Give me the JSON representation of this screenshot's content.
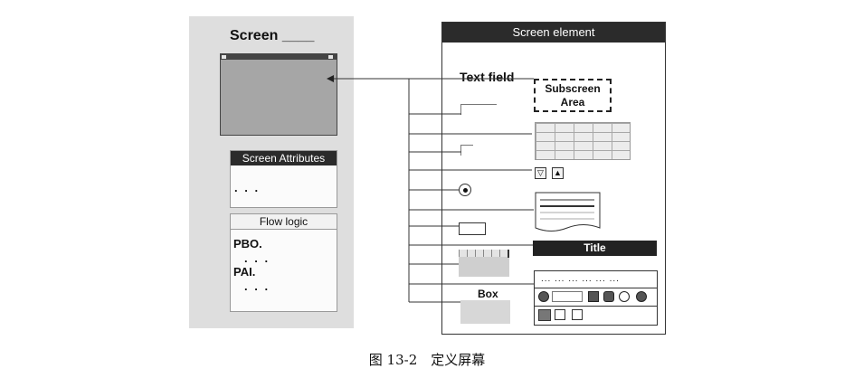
{
  "screen_panel": {
    "title": "Screen",
    "title_suffix": "____"
  },
  "screen_attributes": {
    "title": "Screen Attributes",
    "content": ". . ."
  },
  "flow_logic": {
    "title": "Flow logic",
    "lines": [
      {
        "keyword": "PBO.",
        "dots": ". . ."
      },
      {
        "keyword": "PAI.",
        "dots": ". . ."
      }
    ]
  },
  "screen_element": {
    "title": "Screen element",
    "text_field": "Text field",
    "subscreen": {
      "line1": "Subscreen",
      "line2": "Area"
    },
    "title_element": "Title",
    "box_label": "Box",
    "toolbar_dots": "... ... ... ... ... ..."
  },
  "caption": "图 13-2　定义屏幕",
  "colors": {
    "panel_gray": "#dedede",
    "header_dark": "#2b2b2b"
  }
}
